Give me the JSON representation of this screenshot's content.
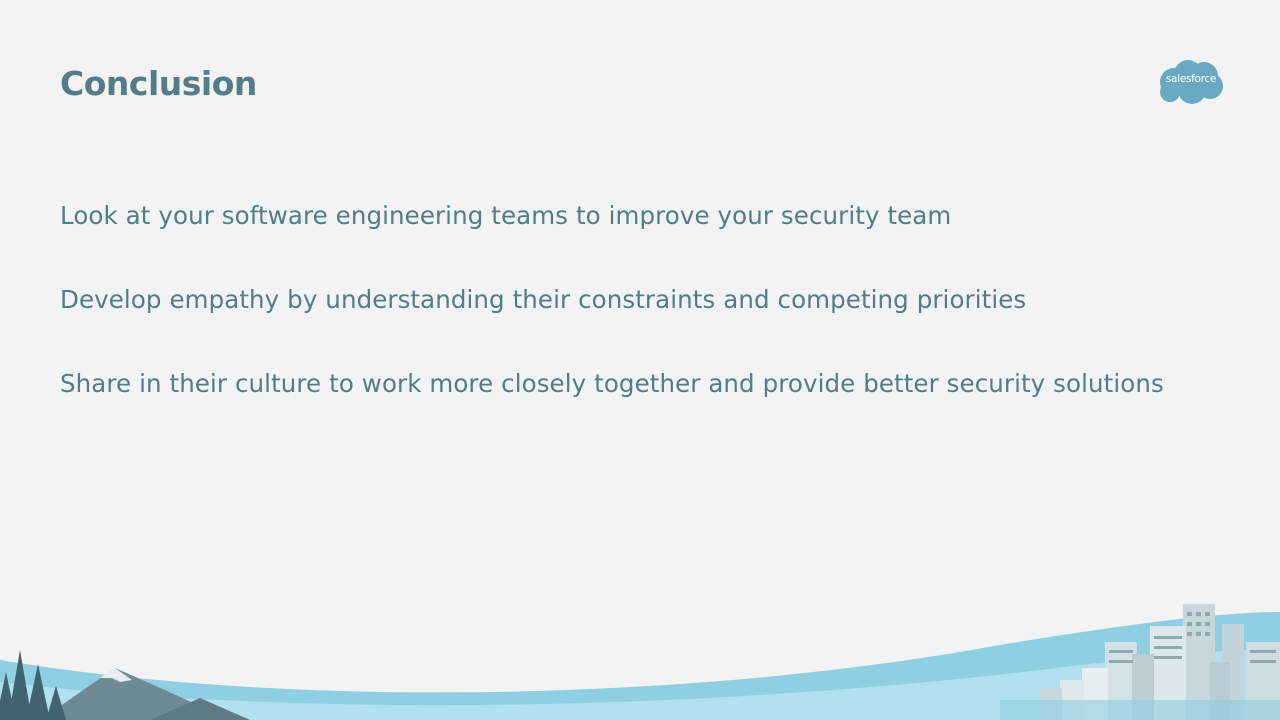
{
  "slide": {
    "title": "Conclusion",
    "bullets": [
      "Look at your software engineering teams to improve your security team",
      "Develop empathy by understanding their constraints and competing priorities",
      "Share in their culture to work more closely together and provide better security solutions"
    ]
  },
  "logo": {
    "text": "salesforce",
    "icon": "salesforce-cloud-logo"
  },
  "colors": {
    "background": "#f3f3f3",
    "text": "#4f7d8a",
    "accent_water": "#8ecfe3",
    "logo_cloud": "#6aa9c1"
  }
}
